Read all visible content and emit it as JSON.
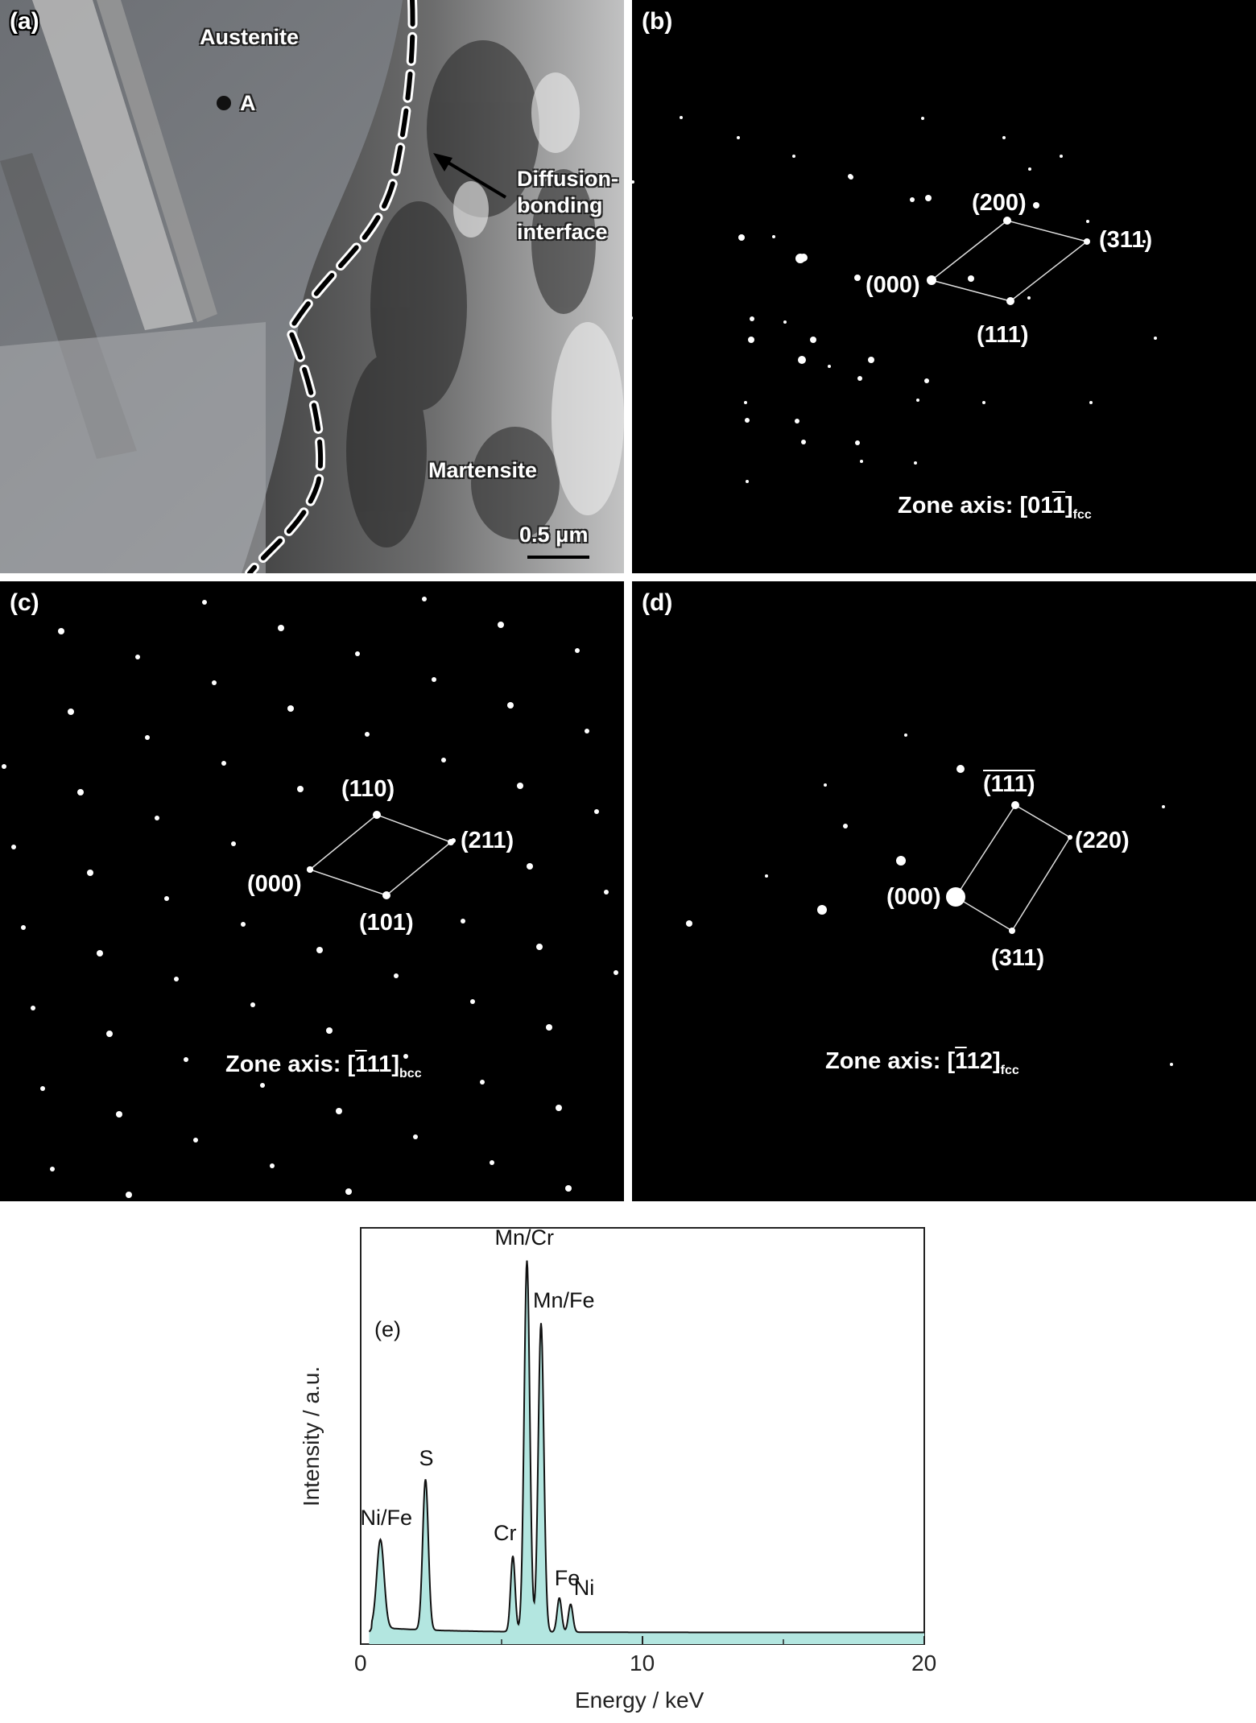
{
  "panel_a": {
    "label": "(a)",
    "austenite": "Austenite",
    "point_a": "A",
    "interface_lines": [
      "Diffusion-",
      "bonding",
      "interface"
    ],
    "martensite": "Martensite",
    "scale": "0.5 μm"
  },
  "panel_b": {
    "label": "(b)",
    "spots": [
      "(000)",
      "(200)",
      "(311)",
      "(111)"
    ],
    "zone_prefix": "Zone axis: [01",
    "zone_bar": "1",
    "zone_close": "]",
    "zone_sub": "fcc"
  },
  "panel_c": {
    "label": "(c)",
    "spots": [
      "(000)",
      "(110)",
      "(211)",
      "(101)"
    ],
    "zone_prefix": "Zone axis: [",
    "zone_bar": "1",
    "zone_rest": "11]",
    "zone_sub": "bcc"
  },
  "panel_d": {
    "label": "(d)",
    "spots": [
      "(000)",
      "(111)",
      "(220)",
      "(311)"
    ],
    "zone_prefix": "Zone axis: [",
    "zone_bar": "1",
    "zone_rest": "12]",
    "zone_sub": "fcc"
  },
  "chart_data": {
    "type": "area",
    "panel_label": "(e)",
    "xlabel": "Energy / keV",
    "ylabel": "Intensity / a.u.",
    "xlim": [
      0,
      20
    ],
    "ylim": [
      0,
      100
    ],
    "xticks": [
      0,
      10,
      20
    ],
    "fill_color": "#b3e6e0",
    "line_color": "#111111",
    "background": 2.8,
    "peaks": [
      {
        "label": "Ni/Fe",
        "x": 0.7,
        "y": 24
      },
      {
        "label": "S",
        "x": 2.3,
        "y": 39
      },
      {
        "label": "Cr",
        "x": 5.4,
        "y": 21
      },
      {
        "label": "Mn/Cr",
        "x": 5.9,
        "y": 92
      },
      {
        "label": "Mn/Fe",
        "x": 6.4,
        "y": 77
      },
      {
        "label": "Fe",
        "x": 7.05,
        "y": 11
      },
      {
        "label": "Ni",
        "x": 7.45,
        "y": 9.5
      }
    ]
  }
}
